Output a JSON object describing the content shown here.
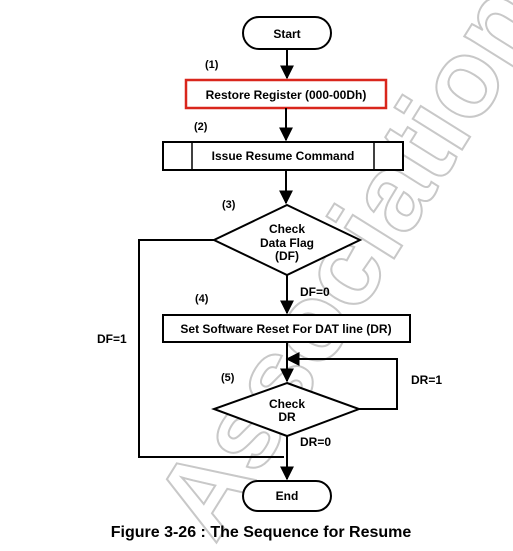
{
  "watermark": "Association",
  "steps": {
    "start": "Start",
    "s1_num": "(1)",
    "s1_label": "Restore Register (000-00Dh)",
    "s2_num": "(2)",
    "s2_label": "Issue Resume Command",
    "s3_num": "(3)",
    "s3_line1": "Check",
    "s3_line2": "Data Flag",
    "s3_line3": "(DF)",
    "s4_num": "(4)",
    "s4_label": "Set Software Reset For DAT line (DR)",
    "s5_num": "(5)",
    "s5_line1": "Check",
    "s5_line2": "DR",
    "end": "End"
  },
  "branches": {
    "df0": "DF=0",
    "df1": "DF=1",
    "dr1": "DR=1",
    "dr0": "DR=0"
  },
  "caption": "Figure 3-26 : The Sequence for Resume",
  "colors": {
    "highlight": "#d9261c",
    "line": "#000000"
  }
}
